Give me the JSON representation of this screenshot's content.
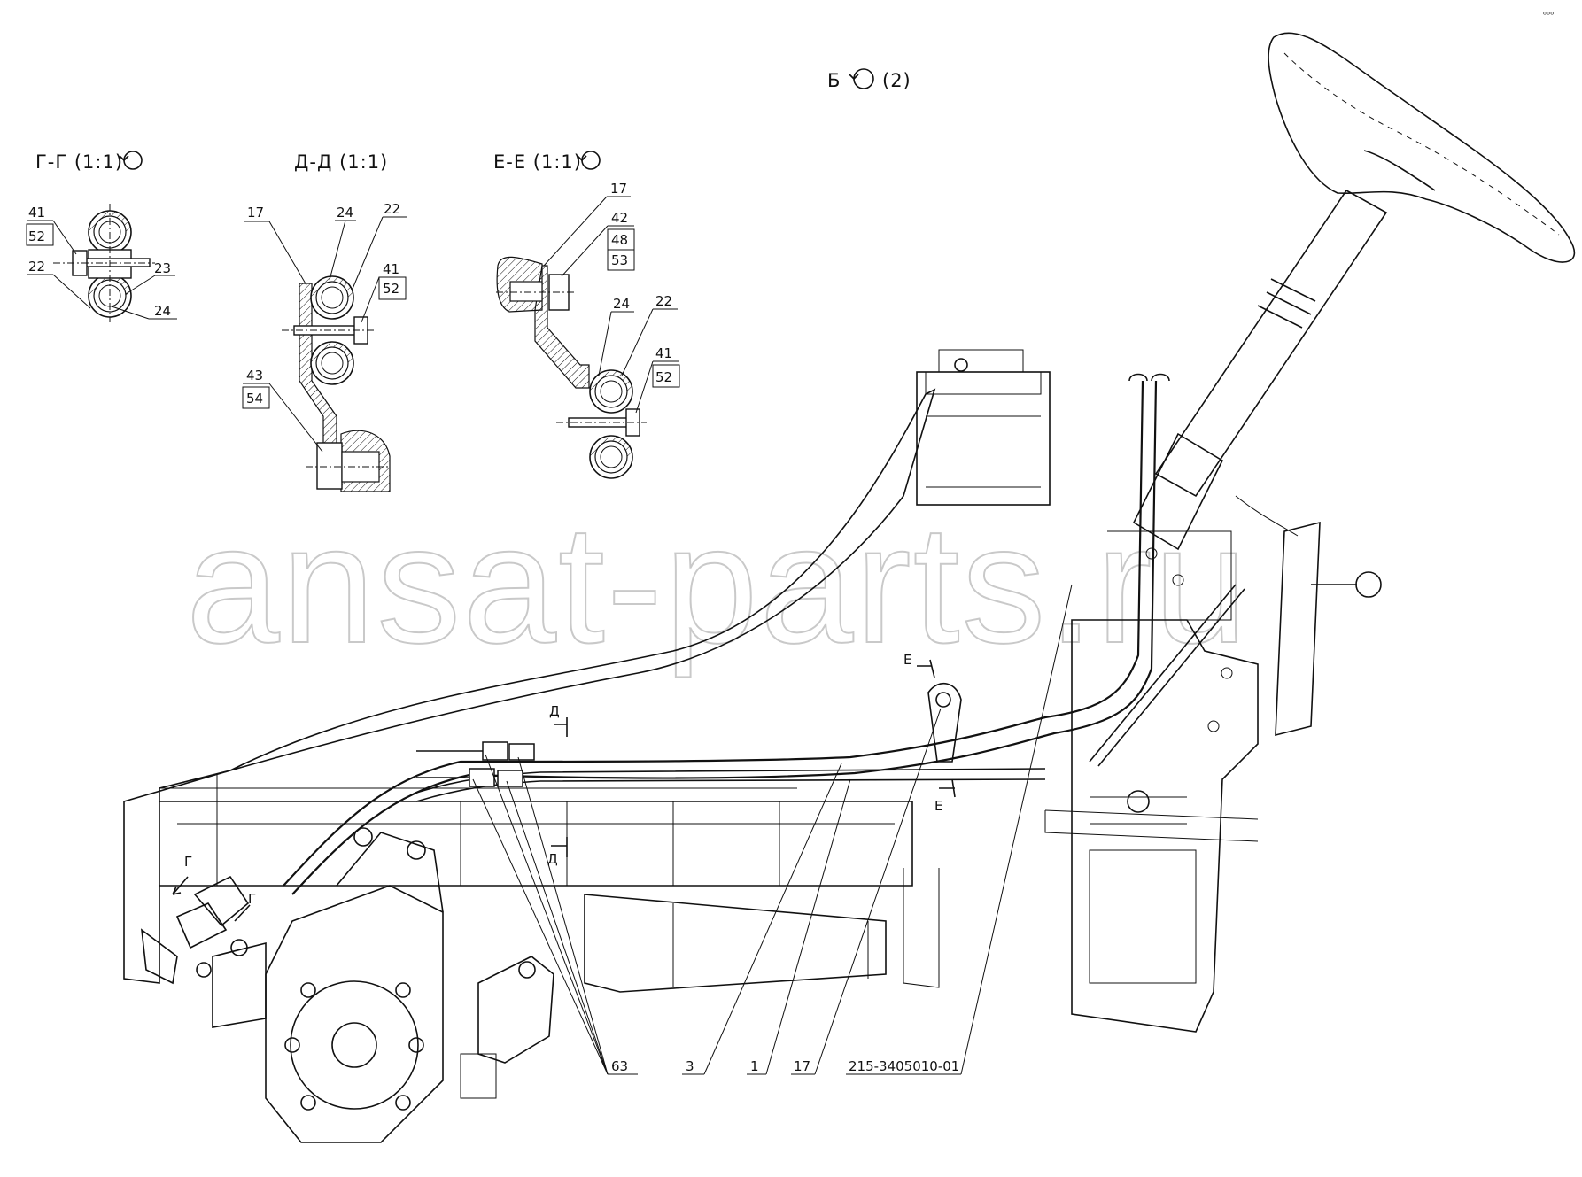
{
  "views": {
    "view_b": "Б",
    "view_b_sheet": "(2)",
    "section_g": "Г-Г (1:1)",
    "section_d": "Д-Д (1:1)",
    "section_e": "Е-Е (1:1)"
  },
  "section_marks": {
    "g": "Г",
    "d": "Д",
    "e": "Е"
  },
  "callouts": {
    "g_41": "41",
    "g_52": "52",
    "g_22": "22",
    "g_23": "23",
    "g_24": "24",
    "d_17": "17",
    "d_24": "24",
    "d_22": "22",
    "d_41": "41",
    "d_52": "52",
    "d_43": "43",
    "d_54": "54",
    "e_17": "17",
    "e_42": "42",
    "e_48": "48",
    "e_53": "53",
    "e_24": "24",
    "e_22": "22",
    "e_41": "41",
    "e_52": "52",
    "main_63": "63",
    "main_3": "3",
    "main_1": "1",
    "main_17": "17",
    "part_number": "215-3405010-01"
  },
  "watermark": "ansat-parts.ru",
  "corner_mark": "ᵒᵒᵒ"
}
